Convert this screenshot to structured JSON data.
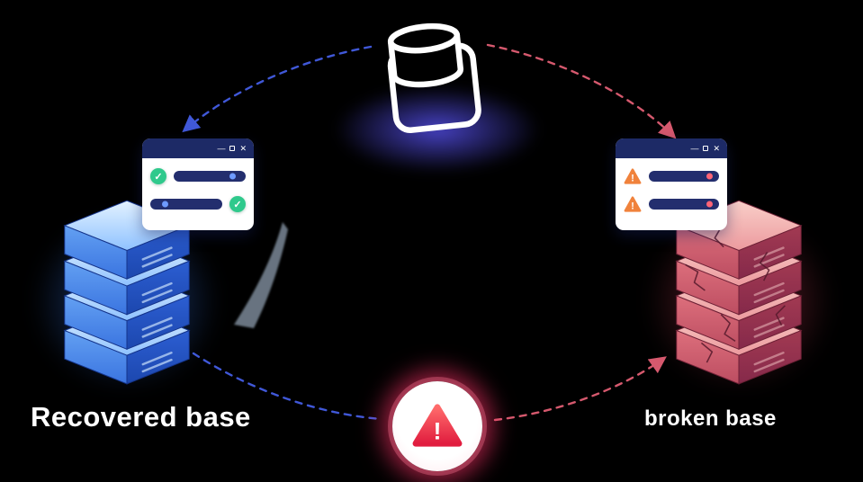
{
  "canvas": {
    "background": "#000000"
  },
  "labels": {
    "left": "Recovered base",
    "right": "broken base"
  },
  "window_controls": {
    "minimize": "—",
    "close": "✕"
  },
  "icons": {
    "check": "✓",
    "exclamation": "!",
    "database_icon": "database-in-box",
    "healthy_server": "blue-server-stack",
    "broken_server": "red-cracked-server-stack",
    "alert": "red-warning-triangle"
  },
  "colors": {
    "canvas_bg": "#000000",
    "navy": "#1d2a66",
    "green": "#2fc98c",
    "orange": "#f0823c",
    "blue_accent": "#4058d8",
    "red_accent": "#d6596e",
    "pill": "#232e6e",
    "knob_blue": "#6e9bff",
    "knob_red": "#ff6476",
    "glow_purple": "#4b46d0",
    "glow_blue": "#3c82ff",
    "glow_pink": "#ff3c6e",
    "text_white": "#ffffff"
  }
}
